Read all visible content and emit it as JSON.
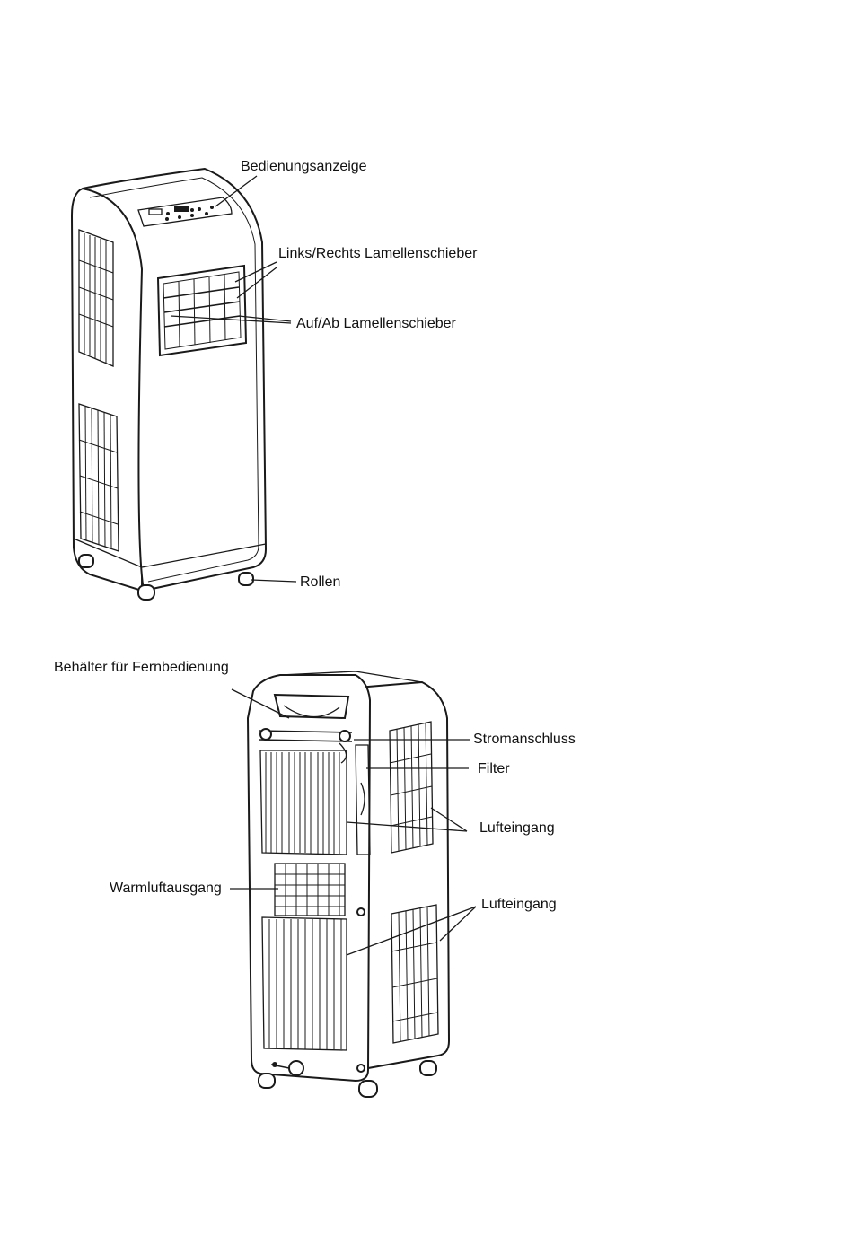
{
  "labels": {
    "control_panel": "Bedienungsanzeige",
    "left_right_louvers": "Links/Rechts Lamellenschieber",
    "up_down_louvers": "Auf/Ab Lamellenschieber",
    "wheels": "Rollen",
    "remote_holder": "Behälter für Fernbedienung",
    "power_connection": "Stromanschluss",
    "filter": "Filter",
    "air_inlet_upper": "Lufteingang",
    "warm_air_outlet": "Warmluftausgang",
    "air_inlet_lower": "Lufteingang"
  }
}
